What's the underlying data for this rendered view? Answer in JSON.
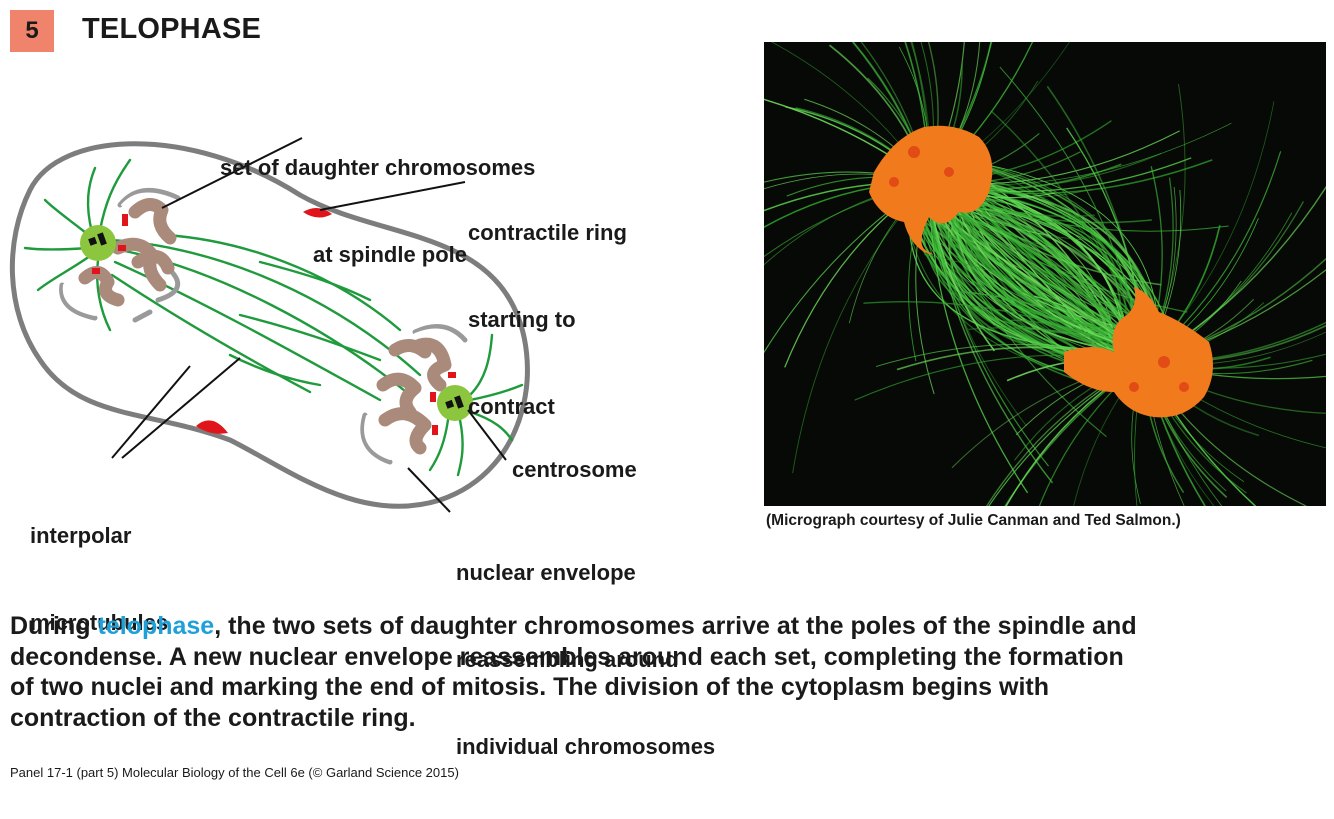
{
  "header": {
    "step_number": "5",
    "title": "TELOPHASE"
  },
  "diagram": {
    "labels": {
      "daughter_chromosomes_line1": "set of daughter chromosomes",
      "daughter_chromosomes_line2": "at spindle pole",
      "contractile_ring_line1": "contractile ring",
      "contractile_ring_line2": "starting to",
      "contractile_ring_line3": "contract",
      "interpolar_line1": "interpolar",
      "interpolar_line2": "microtubules",
      "centrosome": "centrosome",
      "nuclear_envelope_line1": "nuclear envelope",
      "nuclear_envelope_line2": "reassembling around",
      "nuclear_envelope_line3": "individual chromosomes"
    },
    "colors": {
      "cell_outline": "#7d7d7d",
      "microtubule": "#1f9a3c",
      "centrosome": "#8cc63f",
      "chromosome": "#a98a7b",
      "contractile_ring": "#e0151b",
      "nuclear_envelope": "#9a9a9a"
    }
  },
  "micrograph": {
    "credit": "(Micrograph courtesy of Julie Canman and Ted Salmon.)",
    "colors": {
      "background": "#070906",
      "microtubules": "#3fbf3a",
      "chromosomes": "#f07a1c"
    }
  },
  "caption": {
    "lead": "During ",
    "term": "telophase",
    "rest": ", the two sets of daughter chromosomes arrive at the poles of the spindle and decondense. A new nuclear envelope reassembles around each set, completing the formation of two nuclei and marking the end of mitosis. The division of the cytoplasm begins with contraction of the contractile ring.",
    "term_color": "#1fa0d8"
  },
  "footer": {
    "source": "Panel 17-1 (part 5)  Molecular Biology of the Cell 6e (© Garland Science 2015)"
  }
}
